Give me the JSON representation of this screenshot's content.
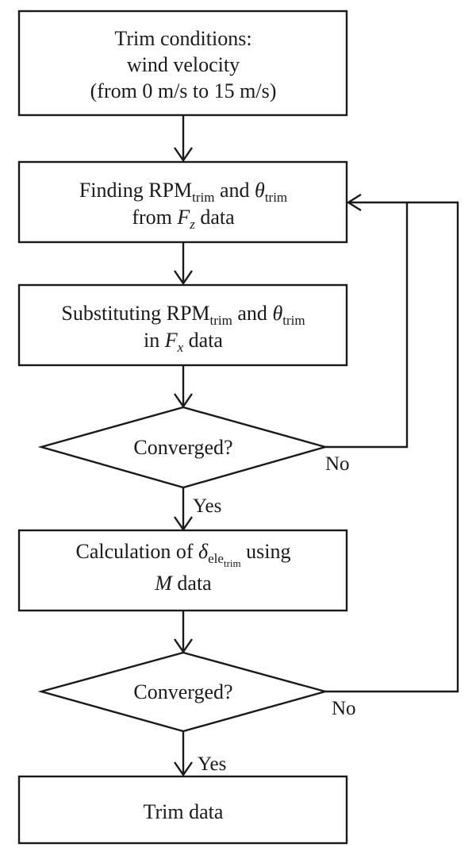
{
  "boxes": {
    "trim_conditions": {
      "line1": "Trim conditions:",
      "line2": "wind velocity",
      "line3": "(from 0 m/s to 15 m/s)"
    },
    "finding": {
      "prefix": "Finding RPM",
      "rpm_sub": "trim",
      "mid": " and ",
      "theta": "θ",
      "theta_sub": "trim",
      "line2_prefix": "from ",
      "force": "F",
      "force_sub": "z",
      "line2_suffix": " data"
    },
    "substituting": {
      "prefix": "Substituting RPM",
      "rpm_sub": "trim",
      "mid": " and ",
      "theta": "θ",
      "theta_sub": "trim",
      "line2_prefix": "in ",
      "force": "F",
      "force_sub": "x",
      "line2_suffix": " data"
    },
    "calculation": {
      "prefix": "Calculation of ",
      "delta": "δ",
      "delta_sub": "ele",
      "delta_subsub": "trim",
      "suffix": " using",
      "moment": "M",
      "line2_suffix": " data"
    },
    "trim_data": {
      "label": "Trim data"
    }
  },
  "decisions": {
    "first": {
      "label": "Converged?",
      "no_label": "No",
      "yes_label": "Yes"
    },
    "second": {
      "label": "Converged?",
      "no_label": "No",
      "yes_label": "Yes"
    }
  }
}
